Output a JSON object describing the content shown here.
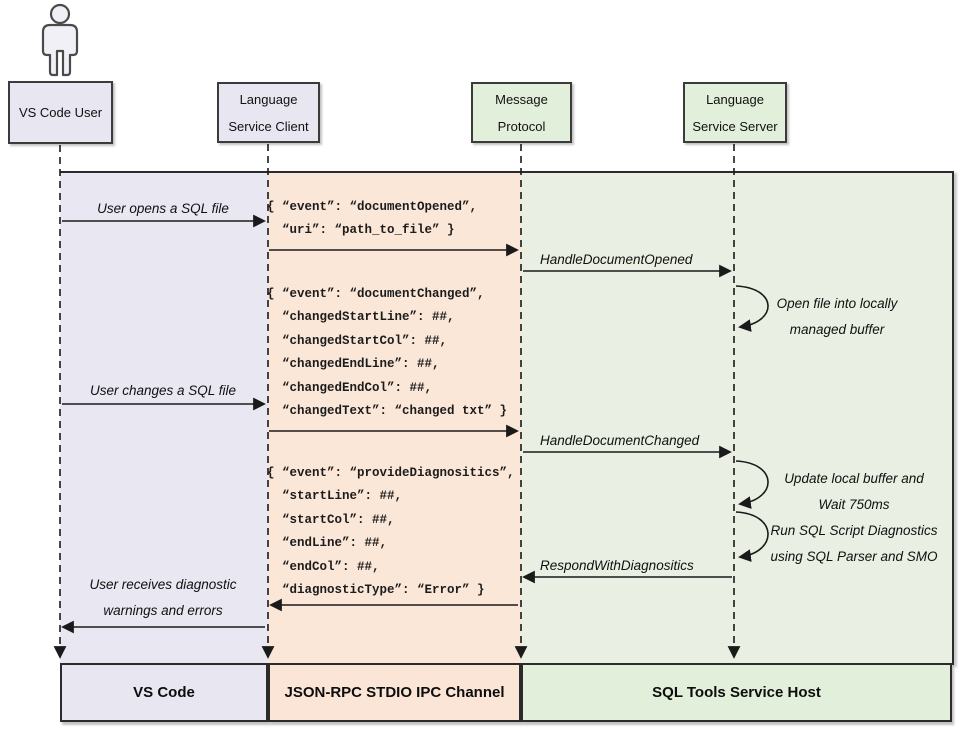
{
  "header": {
    "user_label": "VS Code User",
    "client_line1": "Language",
    "client_line2": "Service Client",
    "protocol_line1": "Message",
    "protocol_line2": "Protocol",
    "server_line1": "Language",
    "server_line2": "Service Server"
  },
  "messages": {
    "user_opens": "User opens a SQL file",
    "user_changes": "User changes a SQL file",
    "user_receives_line1": "User receives diagnostic",
    "user_receives_line2": "warnings and errors",
    "handle_document_opened": "HandleDocumentOpened",
    "handle_document_changed": "HandleDocumentChanged",
    "respond_with_diagnostics": "RespondWithDiagnositics"
  },
  "notes": {
    "open_file_line1": "Open file into locally",
    "open_file_line2": "managed buffer",
    "update_buffer_line1": "Update local buffer and",
    "update_buffer_line2": "Wait 750ms",
    "run_diag_line1": "Run SQL Script Diagnostics",
    "run_diag_line2": "using SQL Parser and SMO"
  },
  "payloads": {
    "document_opened": "{ “event”: “documentOpened”,\n  “uri”: “path_to_file” }",
    "document_changed": "{ “event”: “documentChanged”,\n  “changedStartLine”: ##,\n  “changedStartCol”: ##,\n  “changedEndLine”: ##,\n  “changedEndCol”: ##,\n  “changedText”: “changed txt” }",
    "provide_diagnostics": "{ “event”: “provideDiagnositics”,\n  “startLine”: ##,\n  “startCol”: ##,\n  “endLine”: ##,\n  “endCol”: ##,\n  “diagnosticType”: “Error” }"
  },
  "footer": {
    "vscode": "VS Code",
    "channel": "JSON-RPC STDIO IPC Channel",
    "host": "SQL Tools Service Host"
  },
  "colors": {
    "lavender": "#e7e6f1",
    "peach": "#fbe5d6",
    "green": "#e2efda",
    "box_border": "#3b3b3b",
    "line": "#1a1a1a"
  }
}
